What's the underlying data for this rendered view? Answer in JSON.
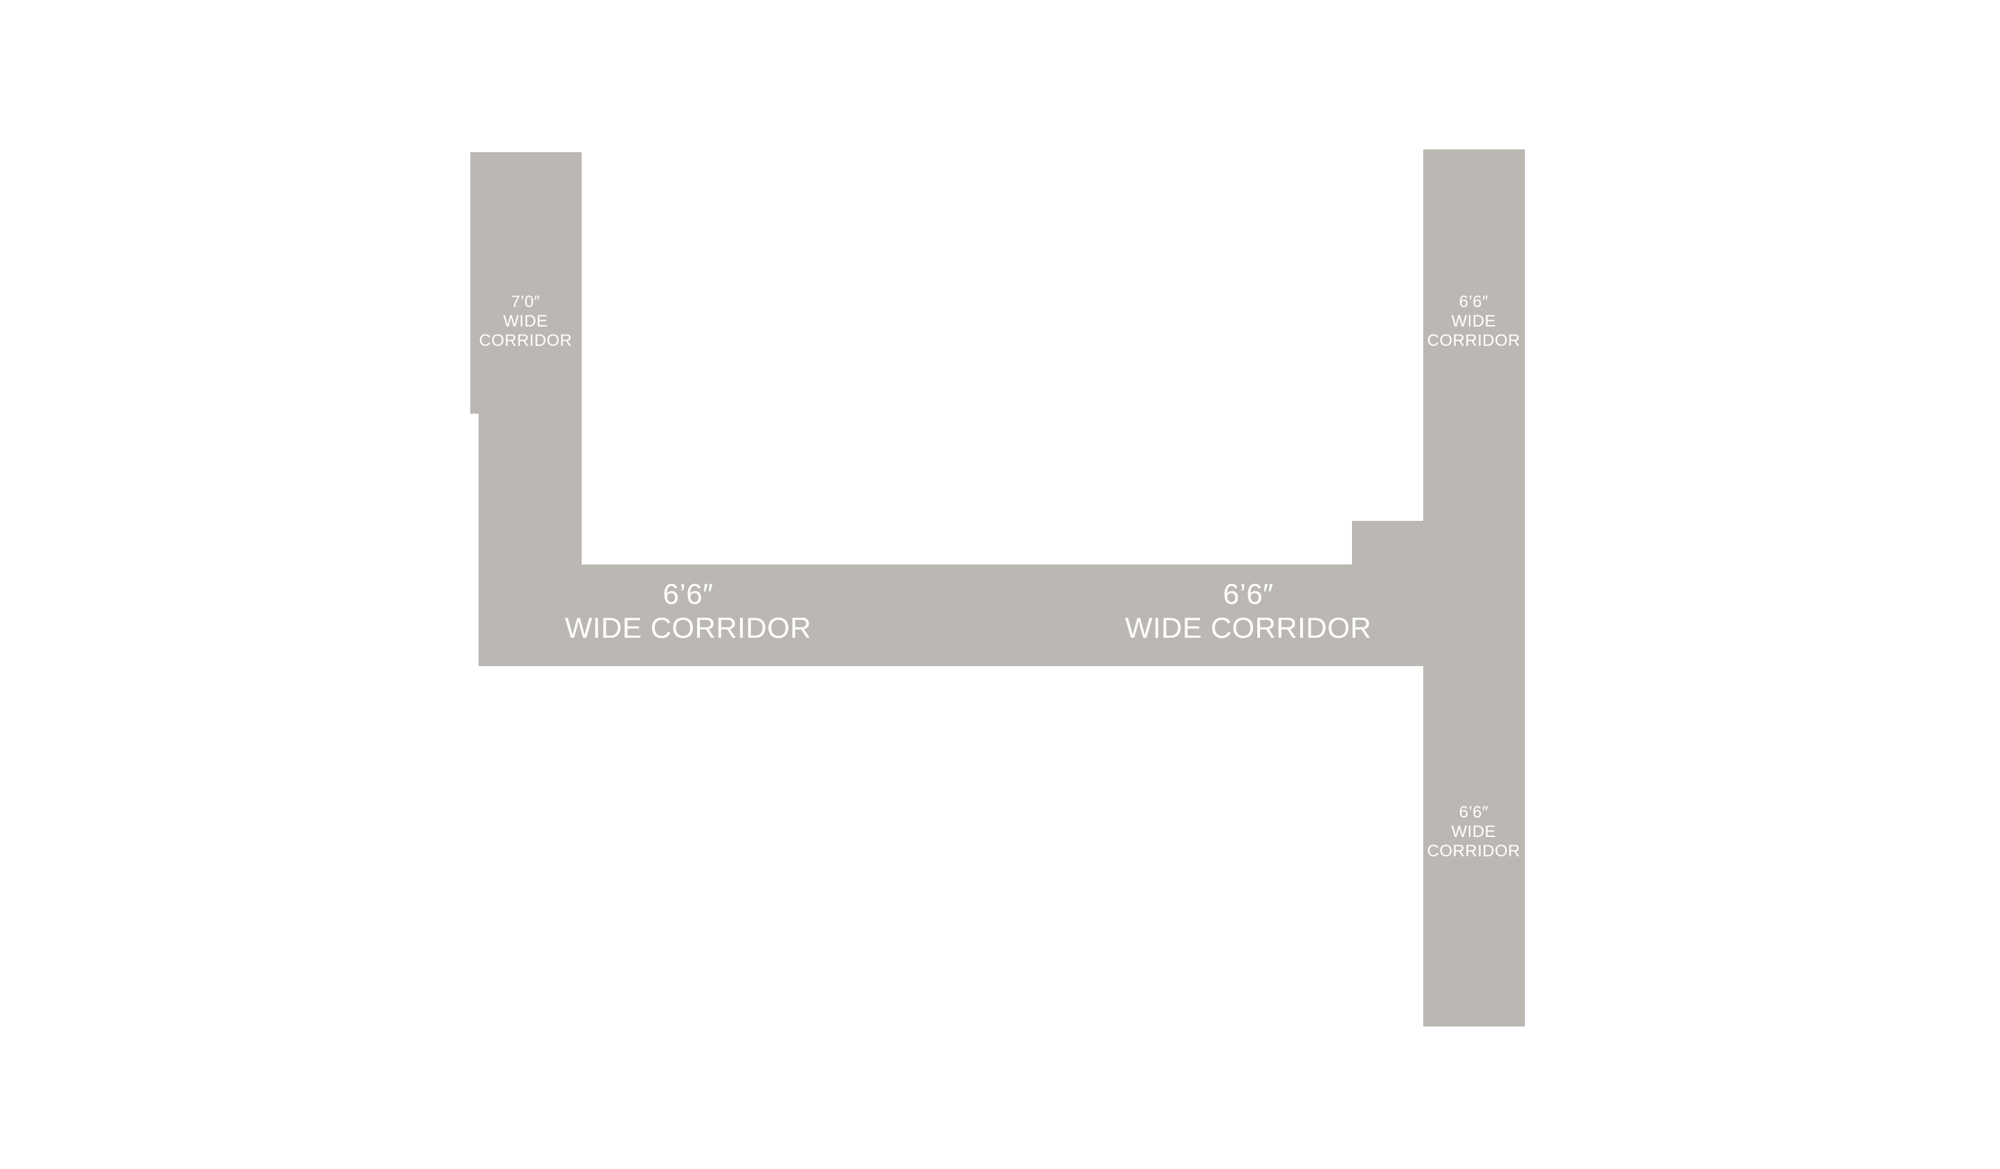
{
  "colors": {
    "corridor_fill": "#bbb8b3",
    "background": "#ffffff",
    "label_text": "#ffffff"
  },
  "corridors": {
    "left_vertical": {
      "dimension": "7’0″",
      "line1": "WIDE",
      "line2": "CORRIDOR"
    },
    "horizontal_left": {
      "dimension": "6’6″",
      "line1": "WIDE CORRIDOR"
    },
    "horizontal_right": {
      "dimension": "6’6″",
      "line1": "WIDE CORRIDOR"
    },
    "right_upper": {
      "dimension": "6’6″",
      "line1": "WIDE",
      "line2": "CORRIDOR"
    },
    "right_lower": {
      "dimension": "6’6″",
      "line1": "WIDE",
      "line2": "CORRIDOR"
    }
  }
}
